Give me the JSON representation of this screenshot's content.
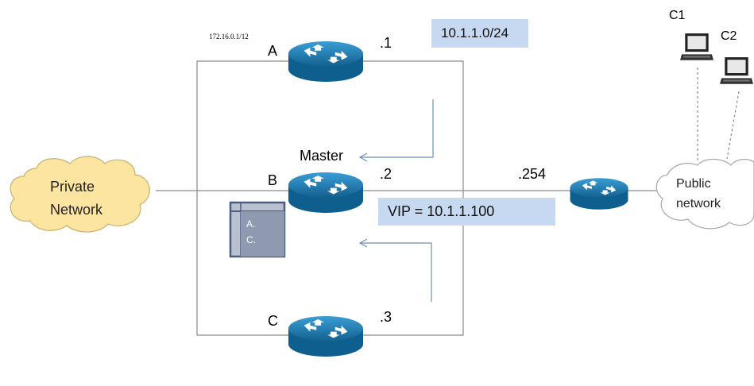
{
  "subnet_label": "172.16.0.1/12",
  "network_box": "10.1.1.0/24",
  "vip_box": "VIP = 10.1.1.100",
  "master_label": "Master",
  "routers": {
    "a": {
      "name": "A",
      "addr": ".1"
    },
    "b": {
      "name": "B",
      "addr": ".2"
    },
    "c": {
      "name": "C",
      "addr": ".3"
    },
    "gateway": {
      "addr": ".254"
    }
  },
  "clouds": {
    "private_line1": "Private",
    "private_line2": "Network",
    "public_line1": "Public",
    "public_line2": "network"
  },
  "clients": {
    "c1": "C1",
    "c2": "C2"
  },
  "legend": {
    "line1": "A.",
    "line2": "C."
  },
  "colors": {
    "router_body": "#1f82bd",
    "private_cloud": "#fbe5a0",
    "box_fill": "#c6d9f1",
    "lines": "#8a8a8a"
  }
}
